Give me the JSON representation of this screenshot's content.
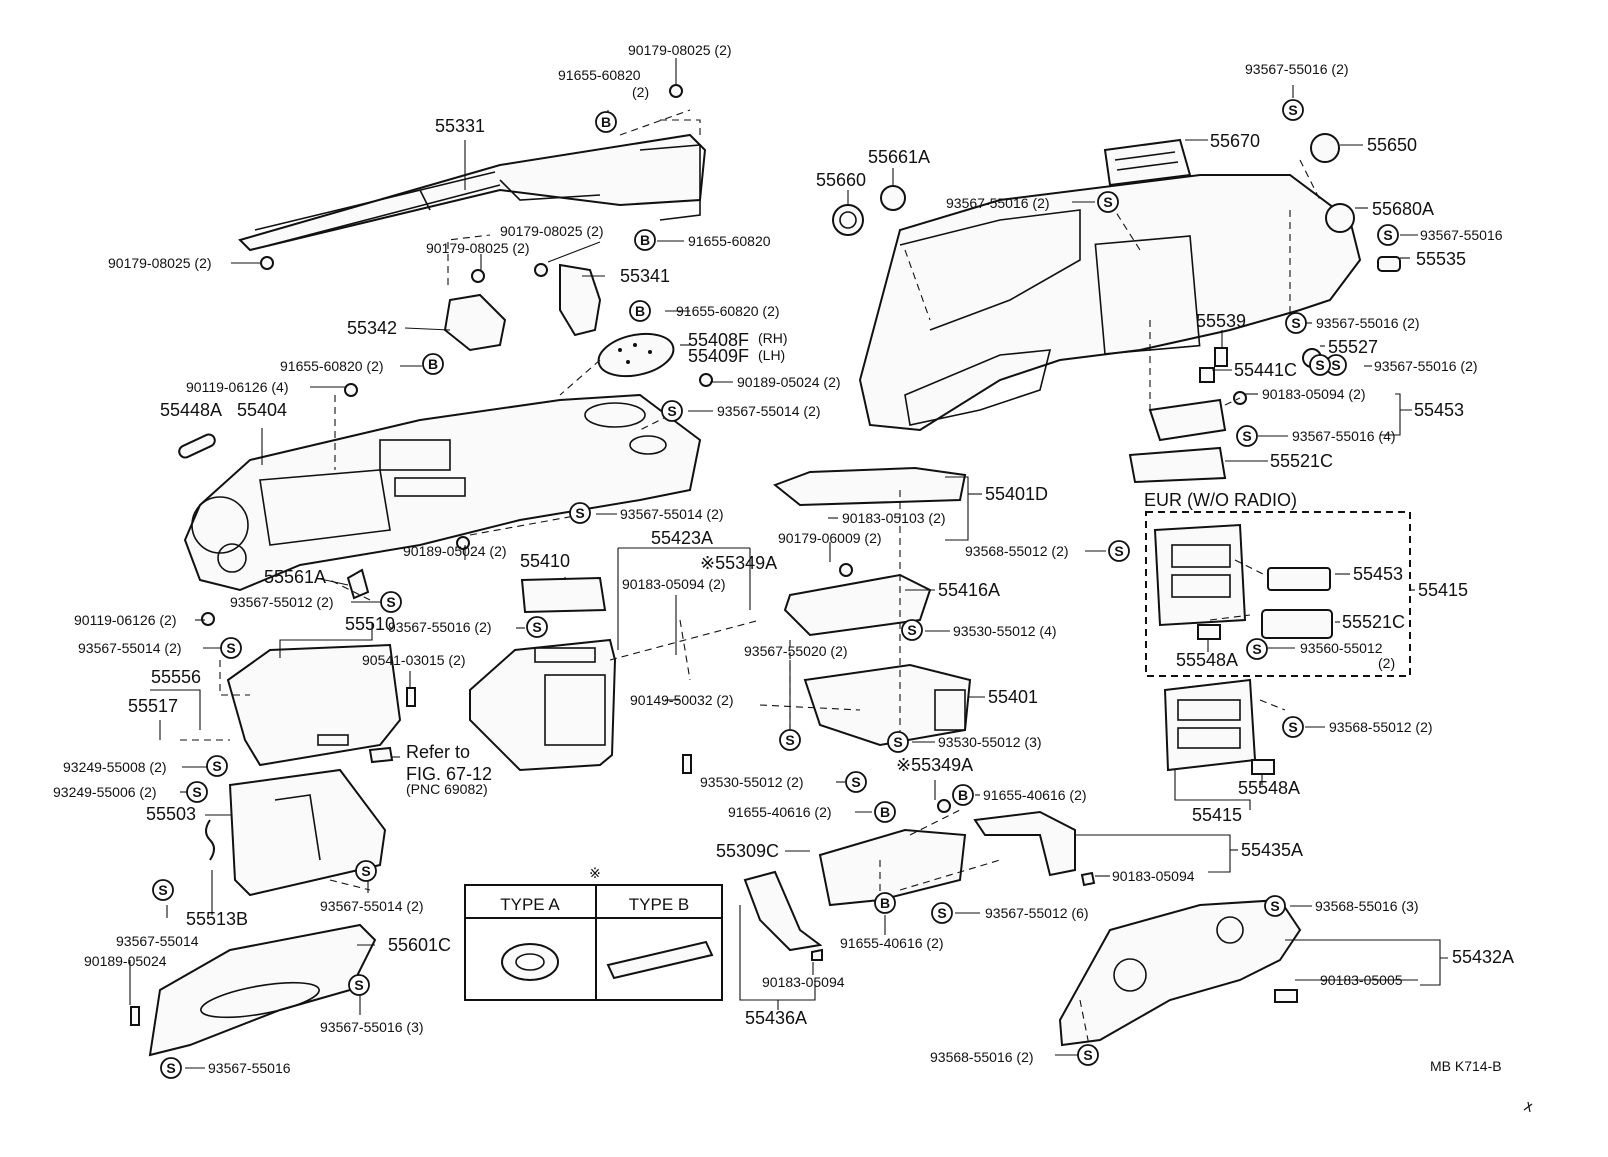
{
  "labels": [
    {
      "text": "90179-08025 (2)",
      "size": "s"
    },
    {
      "text": "91655-60820",
      "size": "s"
    },
    {
      "text": "(2)",
      "size": "s"
    },
    {
      "text": "55331",
      "size": "l"
    },
    {
      "text": "91655-60820",
      "size": "s"
    },
    {
      "text": "90179-08025 (2)",
      "size": "s"
    },
    {
      "text": "90179-08025 (2)",
      "size": "s"
    },
    {
      "text": "90179-08025 (2)",
      "size": "s"
    },
    {
      "text": "55341",
      "size": "l"
    },
    {
      "text": "91655-60820 (2)",
      "size": "s"
    },
    {
      "text": "55342",
      "size": "l"
    },
    {
      "text": "55408F",
      "size": "l"
    },
    {
      "text": "(RH)",
      "size": "s"
    },
    {
      "text": "55409F",
      "size": "l"
    },
    {
      "text": "(LH)",
      "size": "s"
    },
    {
      "text": "91655-60820 (2)",
      "size": "s"
    },
    {
      "text": "90119-06126 (4)",
      "size": "s"
    },
    {
      "text": "90189-05024 (2)",
      "size": "s"
    },
    {
      "text": "93567-55014 (2)",
      "size": "s"
    },
    {
      "text": "55448A",
      "size": "l"
    },
    {
      "text": "55404",
      "size": "l"
    },
    {
      "text": "93567-55014 (2)",
      "size": "s"
    },
    {
      "text": "55561A",
      "size": "l"
    },
    {
      "text": "90189-05024 (2)",
      "size": "s"
    },
    {
      "text": "93567-55012 (2)",
      "size": "s"
    },
    {
      "text": "90119-06126 (2)",
      "size": "s"
    },
    {
      "text": "55510",
      "size": "l"
    },
    {
      "text": "93567-55016 (2)",
      "size": "s"
    },
    {
      "text": "93567-55014 (2)",
      "size": "s"
    },
    {
      "text": "90541-03015 (2)",
      "size": "s"
    },
    {
      "text": "55556",
      "size": "l"
    },
    {
      "text": "55517",
      "size": "l"
    },
    {
      "text": "93249-55008 (2)",
      "size": "s"
    },
    {
      "text": "93249-55006 (2)",
      "size": "s"
    },
    {
      "text": "Refer to",
      "size": "l"
    },
    {
      "text": "FIG. 67-12",
      "size": "l"
    },
    {
      "text": "(PNC 69082)",
      "size": "s"
    },
    {
      "text": "55503",
      "size": "l"
    },
    {
      "text": "55513B",
      "size": "l"
    },
    {
      "text": "93567-55014",
      "size": "s"
    },
    {
      "text": "93567-55014 (2)",
      "size": "s"
    },
    {
      "text": "90189-05024",
      "size": "s"
    },
    {
      "text": "55601C",
      "size": "l"
    },
    {
      "text": "93567-55016 (3)",
      "size": "s"
    },
    {
      "text": "93567-55016",
      "size": "s"
    },
    {
      "text": "55423A",
      "size": "l"
    },
    {
      "text": "55410",
      "size": "l"
    },
    {
      "text": "※55349A",
      "size": "l"
    },
    {
      "text": "90183-05094 (2)",
      "size": "s"
    },
    {
      "text": "90149-50032 (2)",
      "size": "s"
    },
    {
      "text": "55401D",
      "size": "l"
    },
    {
      "text": "90183-05103 (2)",
      "size": "s"
    },
    {
      "text": "90179-06009 (2)",
      "size": "s"
    },
    {
      "text": "93568-55012 (2)",
      "size": "s"
    },
    {
      "text": "55416A",
      "size": "l"
    },
    {
      "text": "93530-55012 (4)",
      "size": "s"
    },
    {
      "text": "93567-55020 (2)",
      "size": "s"
    },
    {
      "text": "55401",
      "size": "l"
    },
    {
      "text": "93530-55012 (3)",
      "size": "s"
    },
    {
      "text": "93530-55012 (2)",
      "size": "s"
    },
    {
      "text": "※55349A",
      "size": "l"
    },
    {
      "text": "91655-40616 (2)",
      "size": "s"
    },
    {
      "text": "91655-40616 (2)",
      "size": "s"
    },
    {
      "text": "55309C",
      "size": "l"
    },
    {
      "text": "55435A",
      "size": "l"
    },
    {
      "text": "90183-05094",
      "size": "s"
    },
    {
      "text": "93567-55012 (6)",
      "size": "s"
    },
    {
      "text": "91655-40616 (2)",
      "size": "s"
    },
    {
      "text": "90183-05094",
      "size": "s"
    },
    {
      "text": "55436A",
      "size": "l"
    },
    {
      "text": "55661A",
      "size": "l"
    },
    {
      "text": "55660",
      "size": "l"
    },
    {
      "text": "93567-55016 (2)",
      "size": "s"
    },
    {
      "text": "55670",
      "size": "l"
    },
    {
      "text": "93567-55016 (2)",
      "size": "s"
    },
    {
      "text": "55650",
      "size": "l"
    },
    {
      "text": "55680A",
      "size": "l"
    },
    {
      "text": "93567-55016",
      "size": "s"
    },
    {
      "text": "55535",
      "size": "l"
    },
    {
      "text": "55539",
      "size": "l"
    },
    {
      "text": "93567-55016 (2)",
      "size": "s"
    },
    {
      "text": "55527",
      "size": "l"
    },
    {
      "text": "55441C",
      "size": "l"
    },
    {
      "text": "93567-55016 (2)",
      "size": "s"
    },
    {
      "text": "90183-05094 (2)",
      "size": "s"
    },
    {
      "text": "55453",
      "size": "l"
    },
    {
      "text": "93567-55016 (4)",
      "size": "s"
    },
    {
      "text": "55521C",
      "size": "l"
    },
    {
      "text": "EUR (W/O RADIO)",
      "size": "l"
    },
    {
      "text": "55453",
      "size": "l"
    },
    {
      "text": "55415",
      "size": "l"
    },
    {
      "text": "55521C",
      "size": "l"
    },
    {
      "text": "55548A",
      "size": "l"
    },
    {
      "text": "93560-55012",
      "size": "s"
    },
    {
      "text": "(2)",
      "size": "s"
    },
    {
      "text": "93568-55012 (2)",
      "size": "s"
    },
    {
      "text": "55548A",
      "size": "l"
    },
    {
      "text": "55415",
      "size": "l"
    },
    {
      "text": "93568-55016 (3)",
      "size": "s"
    },
    {
      "text": "55432A",
      "size": "l"
    },
    {
      "text": "90183-05005",
      "size": "s"
    },
    {
      "text": "93568-55016 (2)",
      "size": "s"
    },
    {
      "text": "MB K714-B",
      "size": "s"
    }
  ],
  "type_table": {
    "mark": "※",
    "type_a": "TYPE A",
    "type_b": "TYPE B"
  },
  "symbols": [
    {
      "letter": "B"
    },
    {
      "letter": "B"
    },
    {
      "letter": "B"
    },
    {
      "letter": "B"
    },
    {
      "letter": "S"
    },
    {
      "letter": "S"
    },
    {
      "letter": "S"
    },
    {
      "letter": "S"
    },
    {
      "letter": "S"
    },
    {
      "letter": "S"
    },
    {
      "letter": "S"
    },
    {
      "letter": "S"
    },
    {
      "letter": "S"
    },
    {
      "letter": "S"
    },
    {
      "letter": "S"
    },
    {
      "letter": "S"
    },
    {
      "letter": "S"
    },
    {
      "letter": "S"
    },
    {
      "letter": "S"
    },
    {
      "letter": "S"
    },
    {
      "letter": "S"
    },
    {
      "letter": "S"
    },
    {
      "letter": "S"
    },
    {
      "letter": "S"
    },
    {
      "letter": "B"
    },
    {
      "letter": "B"
    },
    {
      "letter": "B"
    },
    {
      "letter": "S"
    },
    {
      "letter": "S"
    },
    {
      "letter": "S"
    },
    {
      "letter": "S"
    },
    {
      "letter": "S"
    },
    {
      "letter": "S"
    },
    {
      "letter": "S"
    },
    {
      "letter": "S"
    },
    {
      "letter": "S"
    },
    {
      "letter": "S"
    },
    {
      "letter": "S"
    },
    {
      "letter": "S"
    },
    {
      "letter": "S"
    }
  ]
}
